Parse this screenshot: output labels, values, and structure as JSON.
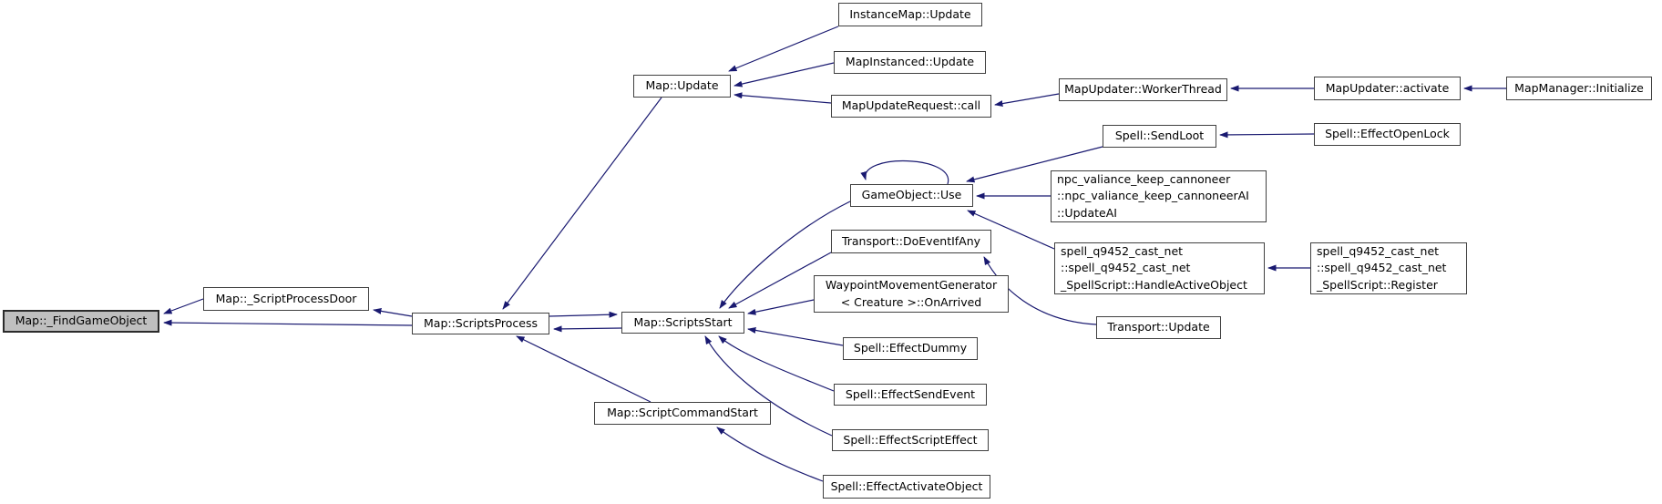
{
  "diagram": {
    "kind": "caller-graph",
    "colors": {
      "edge": "#191970",
      "node_border": "#404040",
      "node_fill": "#ffffff",
      "selected_node_fill": "#bfbfbf",
      "text": "#000000",
      "background": "#ffffff"
    },
    "nodes": {
      "find_game_object": {
        "label": "Map::_FindGameObject"
      },
      "script_process_door": {
        "label": "Map::_ScriptProcessDoor"
      },
      "scripts_process": {
        "label": "Map::ScriptsProcess"
      },
      "scripts_start": {
        "label": "Map::ScriptsStart"
      },
      "map_update": {
        "label": "Map::Update"
      },
      "instance_map_update": {
        "label": "InstanceMap::Update"
      },
      "map_instanced_update": {
        "label": "MapInstanced::Update"
      },
      "map_update_request_call": {
        "label": "MapUpdateRequest::call"
      },
      "map_updater_worker_thread": {
        "label": "MapUpdater::WorkerThread"
      },
      "map_updater_activate": {
        "label": "MapUpdater::activate"
      },
      "map_manager_initialize": {
        "label": "MapManager::Initialize"
      },
      "spell_send_loot": {
        "label": "Spell::SendLoot"
      },
      "spell_effect_open_lock": {
        "label": "Spell::EffectOpenLock"
      },
      "game_object_use": {
        "label": "GameObject::Use"
      },
      "npc_update_ai": {
        "label": "npc_valiance_keep_cannoneer\n::npc_valiance_keep_cannoneerAI\n::UpdateAI"
      },
      "spell_handle_active_object": {
        "label": "spell_q9452_cast_net\n::spell_q9452_cast_net\n_SpellScript::HandleActiveObject"
      },
      "spell_register": {
        "label": "spell_q9452_cast_net\n::spell_q9452_cast_net\n_SpellScript::Register"
      },
      "transport_do_event_if_any": {
        "label": "Transport::DoEventIfAny"
      },
      "transport_update": {
        "label": "Transport::Update"
      },
      "waypoint_on_arrived": {
        "label": "WaypointMovementGenerator\n< Creature >::OnArrived"
      },
      "spell_effect_dummy": {
        "label": "Spell::EffectDummy"
      },
      "spell_effect_send_event": {
        "label": "Spell::EffectSendEvent"
      },
      "spell_effect_script_effect": {
        "label": "Spell::EffectScriptEffect"
      },
      "spell_effect_activate_object": {
        "label": "Spell::EffectActivateObject"
      },
      "script_command_start": {
        "label": "Map::ScriptCommandStart"
      }
    },
    "edges": [
      {
        "from": "script_process_door",
        "to": "find_game_object"
      },
      {
        "from": "scripts_process",
        "to": "find_game_object"
      },
      {
        "from": "scripts_process",
        "to": "script_process_door"
      },
      {
        "from": "map_update",
        "to": "scripts_process"
      },
      {
        "from": "scripts_process",
        "to": "scripts_start"
      },
      {
        "from": "scripts_start",
        "to": "scripts_process"
      },
      {
        "from": "script_command_start",
        "to": "scripts_process"
      },
      {
        "from": "instance_map_update",
        "to": "map_update"
      },
      {
        "from": "map_instanced_update",
        "to": "map_update"
      },
      {
        "from": "map_update_request_call",
        "to": "map_update"
      },
      {
        "from": "map_updater_worker_thread",
        "to": "map_update_request_call"
      },
      {
        "from": "map_updater_activate",
        "to": "map_updater_worker_thread"
      },
      {
        "from": "map_manager_initialize",
        "to": "map_updater_activate"
      },
      {
        "from": "spell_effect_open_lock",
        "to": "spell_send_loot"
      },
      {
        "from": "spell_send_loot",
        "to": "game_object_use"
      },
      {
        "from": "game_object_use",
        "to": "game_object_use"
      },
      {
        "from": "npc_update_ai",
        "to": "game_object_use"
      },
      {
        "from": "spell_handle_active_object",
        "to": "game_object_use"
      },
      {
        "from": "spell_register",
        "to": "spell_handle_active_object"
      },
      {
        "from": "game_object_use",
        "to": "scripts_start"
      },
      {
        "from": "transport_do_event_if_any",
        "to": "scripts_start"
      },
      {
        "from": "transport_update",
        "to": "transport_do_event_if_any"
      },
      {
        "from": "waypoint_on_arrived",
        "to": "scripts_start"
      },
      {
        "from": "spell_effect_dummy",
        "to": "scripts_start"
      },
      {
        "from": "spell_effect_send_event",
        "to": "scripts_start"
      },
      {
        "from": "spell_effect_script_effect",
        "to": "scripts_start"
      },
      {
        "from": "spell_effect_activate_object",
        "to": "script_command_start"
      }
    ]
  }
}
